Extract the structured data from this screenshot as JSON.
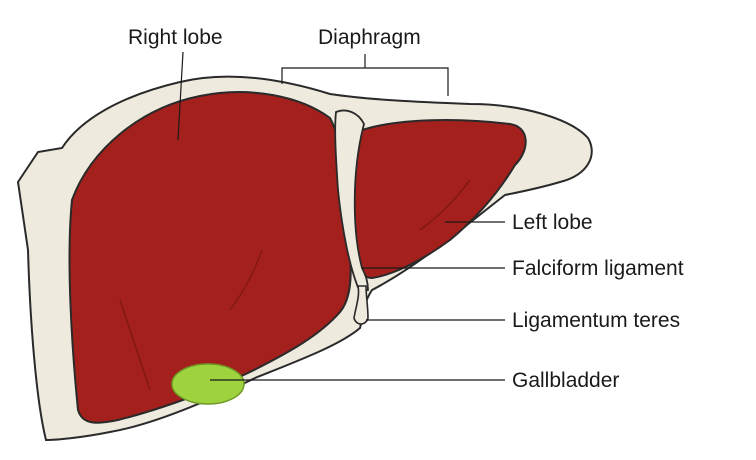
{
  "labels": {
    "right_lobe": "Right lobe",
    "diaphragm": "Diaphragm",
    "left_lobe": "Left lobe",
    "falciform_ligament": "Falciform ligament",
    "ligamentum_teres": "Ligamentum teres",
    "gallbladder": "Gallbladder"
  },
  "colors": {
    "liver": "#a3201c",
    "liver_dark": "#6e120f",
    "diaphragm": "#eeeade",
    "outline": "#2a2a2a",
    "gallbladder": "#9fd23f",
    "text": "#1a1a1a"
  }
}
